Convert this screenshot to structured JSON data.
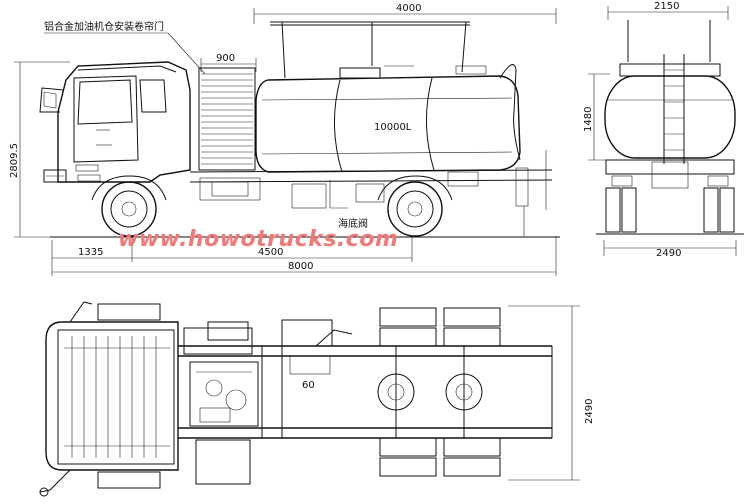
{
  "dimensions": {
    "tank_length": "4000",
    "cabinet_width": "900",
    "total_height": "2809.5",
    "front_overhang": "1335",
    "wheelbase": "4500",
    "total_length": "8000",
    "rear_top_width": "2150",
    "tank_height": "1480",
    "rear_track_width": "2490",
    "plan_width": "2490"
  },
  "labels": {
    "cabinet_note": "铝合金加油机仓安装卷帘门",
    "tank_capacity": "10000L",
    "bottom_valve": "海底阀",
    "watermark": "www.howotrucks.com"
  }
}
